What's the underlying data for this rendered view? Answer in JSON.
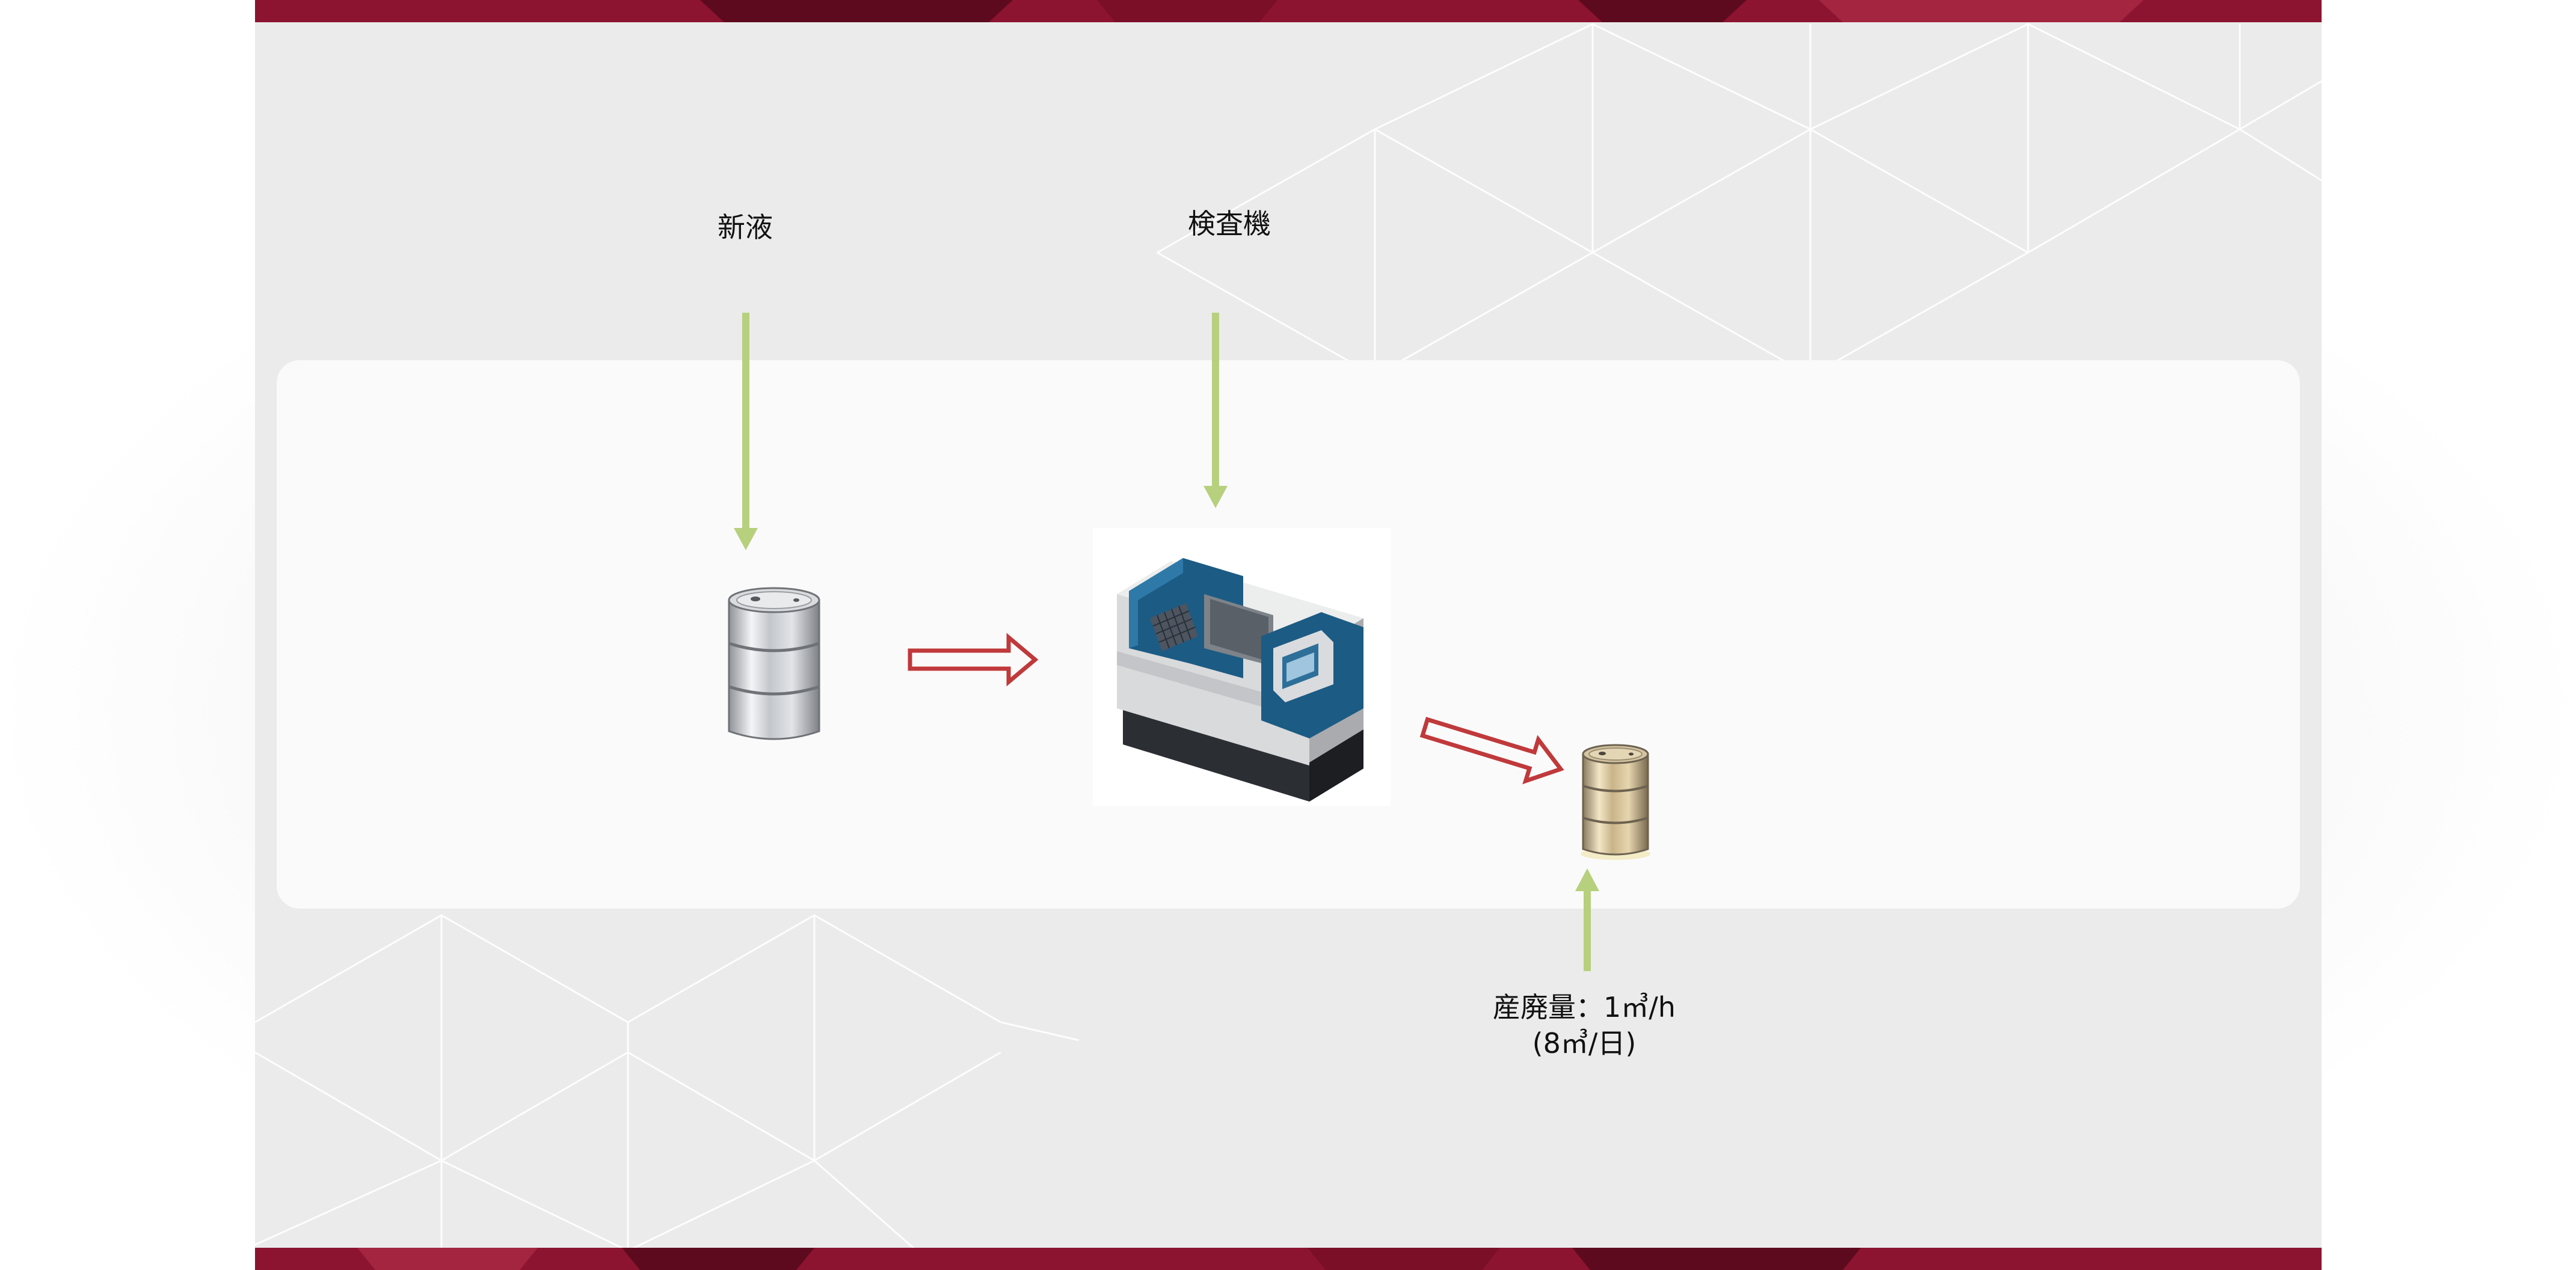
{
  "labels": {
    "new_liquid": "新液",
    "inspection_machine": "検査機",
    "waste_amount": "産廃量：1㎥/h\n(8㎥/日)"
  },
  "icons": {
    "new_drum": "silver-drum-icon",
    "machine": "cnc-machine-icon",
    "waste_drum": "gold-drum-icon"
  },
  "colors": {
    "banner": "#8c1430",
    "banner_dark": "#5e0a1e",
    "banner_light": "#a4253f",
    "slide_background": "#ebebeb",
    "panel": "#fafafa",
    "input_arrow": "#b7d07e",
    "flow_arrow": "#c0393b",
    "machine_blue": "#1c5b84"
  }
}
